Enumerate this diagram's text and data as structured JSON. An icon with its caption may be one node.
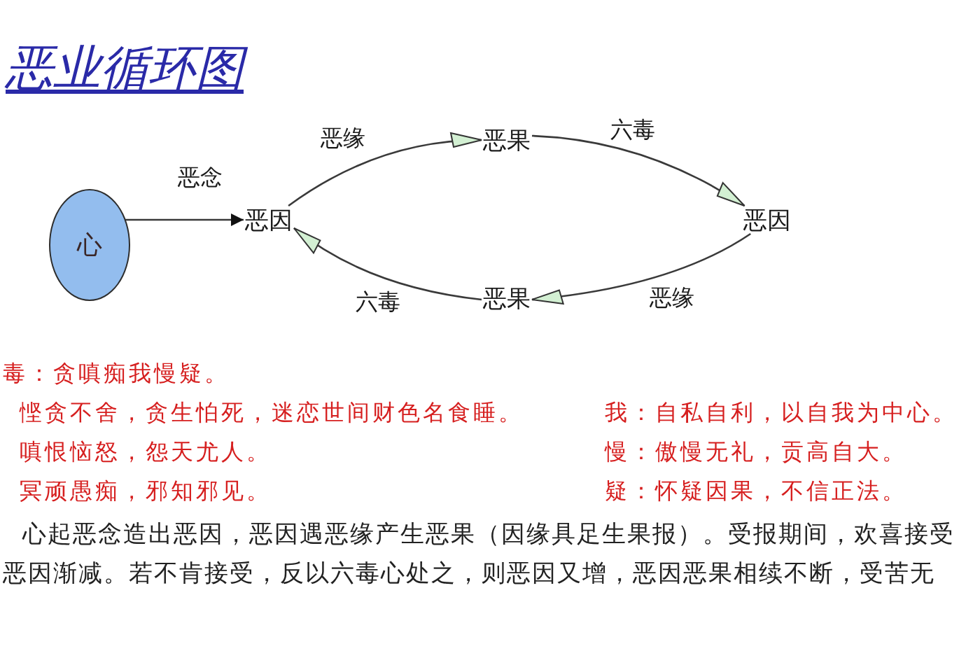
{
  "diagram": {
    "title": "恶业循环图",
    "nodes": [
      {
        "text": [
          "心"
        ]
      },
      {
        "text": [
          "恶因"
        ]
      },
      {
        "text": [
          "恶果"
        ]
      },
      {
        "text": [
          "恶因"
        ]
      },
      {
        "text": [
          "恶果"
        ]
      }
    ],
    "edges": [
      {
        "from": 0,
        "to": 1,
        "arrow": "to",
        "label": "恶念"
      },
      {
        "from": 1,
        "to": 2,
        "arrow": "to",
        "label": "恶缘"
      },
      {
        "from": 2,
        "to": 3,
        "arrow": "to",
        "label": "六毒"
      },
      {
        "from": 3,
        "to": 4,
        "arrow": "to",
        "label": "恶缘"
      },
      {
        "from": 4,
        "to": 1,
        "arrow": "to",
        "label": "六毒"
      }
    ],
    "labels": [
      "毒：贪嗔痴我慢疑。",
      "悭贪不舍，贪生怕死，迷恋世间财色名食睡。",
      "我：自私自利，以自我为中心。",
      "嗔恨恼怒，怨天尤人。",
      "慢：傲慢无礼，贡高自大。",
      "冥顽愚痴，邪知邪见。",
      "疑：怀疑因果，不信正法。",
      "心起恶念造出恶因，恶因遇恶缘产生恶果（因缘具足生果报）。受报期间，欢喜接受",
      "恶因渐减。若不肯接受，反以六毒心处之，则恶因又增，恶因恶果相续不断，受苦无"
    ]
  }
}
